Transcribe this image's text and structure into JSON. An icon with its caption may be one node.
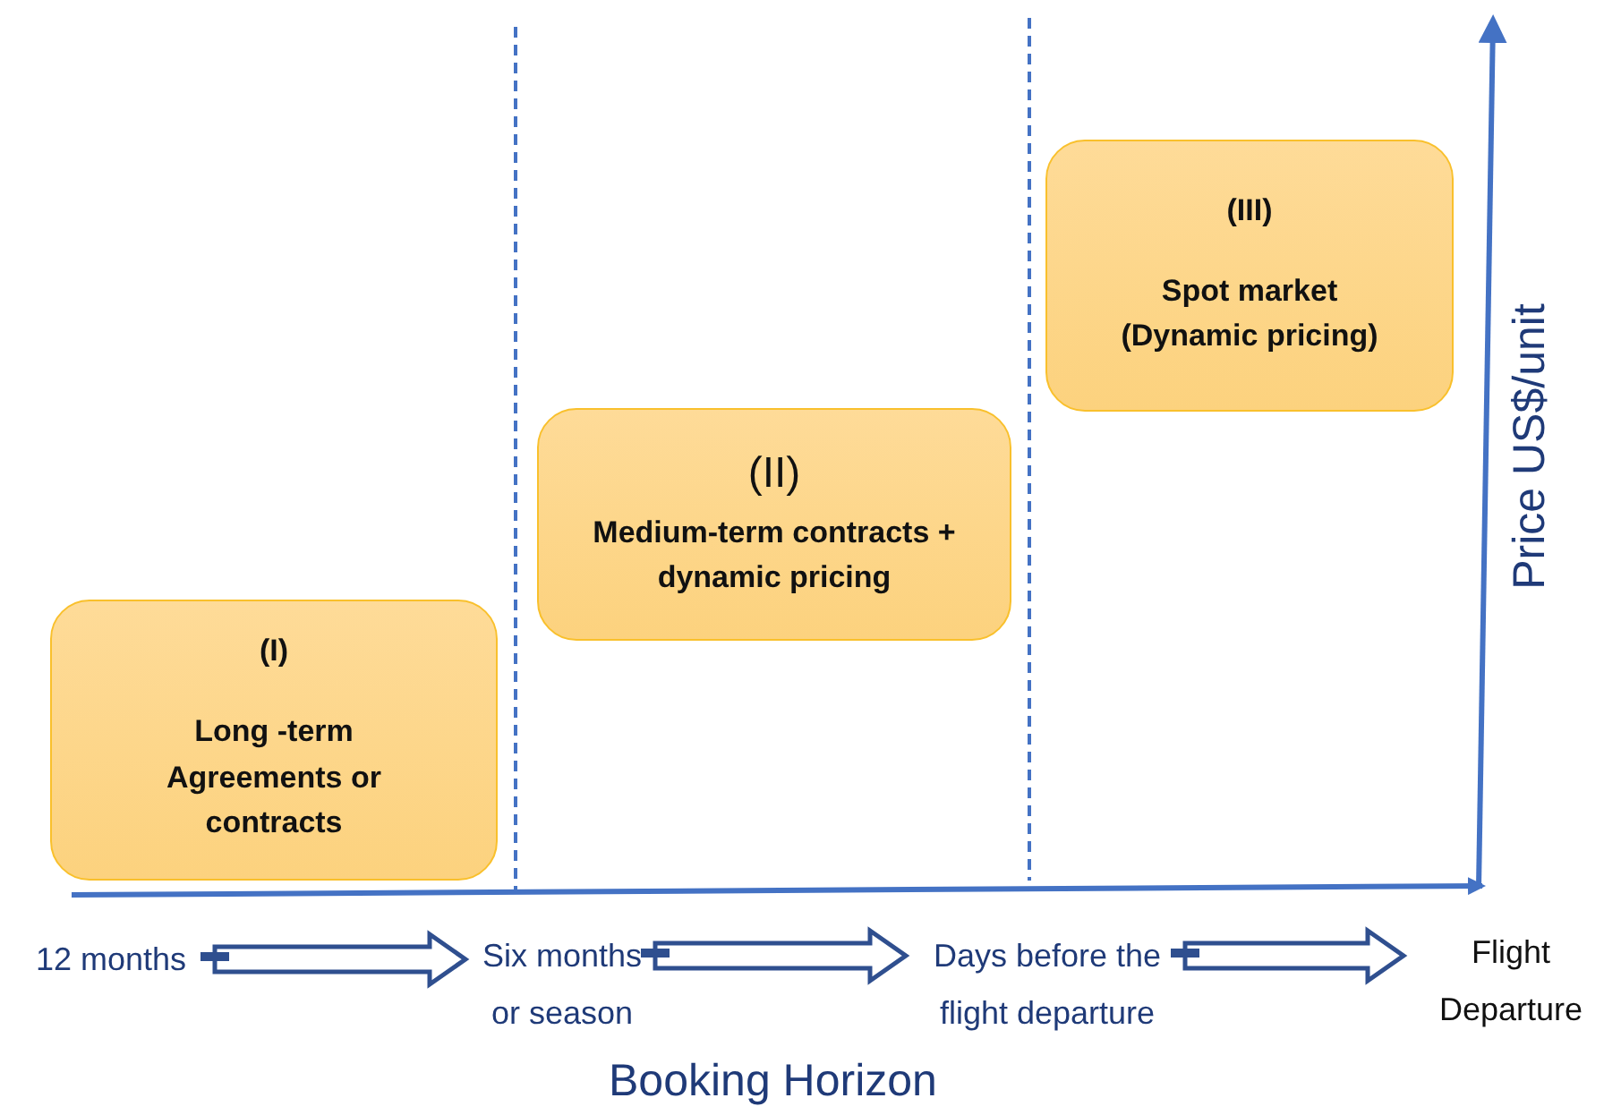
{
  "diagram": {
    "nodes": [
      {
        "text": [
          "(I)",
          "Long -term Agreements or contracts"
        ]
      },
      {
        "text": [
          "(II)",
          "Medium-term contracts + dynamic pricing"
        ]
      },
      {
        "text": [
          "(III)",
          "Spot market (Dynamic pricing)"
        ]
      },
      {
        "text": [
          "12 months"
        ]
      },
      {
        "text": [
          "Six months or season"
        ]
      },
      {
        "text": [
          "Days before the flight departure"
        ]
      },
      {
        "text": [
          "Flight Departure"
        ]
      }
    ],
    "edges": [
      {
        "from": 3,
        "to": 4,
        "arrow": "to"
      },
      {
        "from": 4,
        "to": 5,
        "arrow": "to"
      },
      {
        "from": 5,
        "to": 6,
        "arrow": "to"
      }
    ],
    "labels": [
      "Booking Horizon",
      "Price US$/unit"
    ]
  }
}
